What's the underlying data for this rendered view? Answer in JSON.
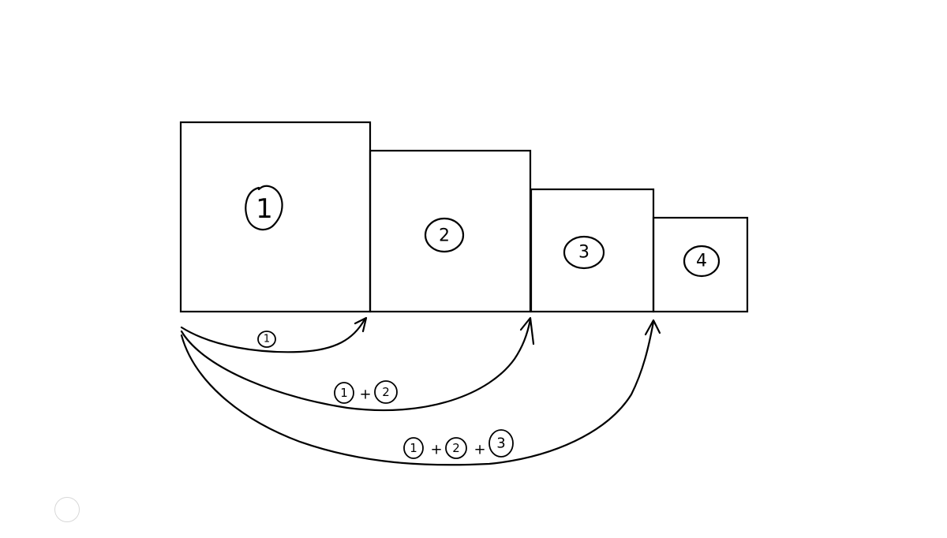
{
  "diagram": {
    "squares": [
      {
        "label": "1"
      },
      {
        "label": "2"
      },
      {
        "label": "3"
      },
      {
        "label": "4"
      }
    ],
    "arrows": [
      {
        "terms": [
          "1"
        ]
      },
      {
        "terms": [
          "1",
          "2"
        ]
      },
      {
        "terms": [
          "1",
          "2",
          "3"
        ]
      }
    ],
    "plus_sign": "+"
  },
  "colors": {
    "ink": "#000000",
    "background": "#ffffff",
    "home_button_border": "#d8d8d8"
  },
  "icons": {
    "home_button": "circle-button-icon"
  }
}
